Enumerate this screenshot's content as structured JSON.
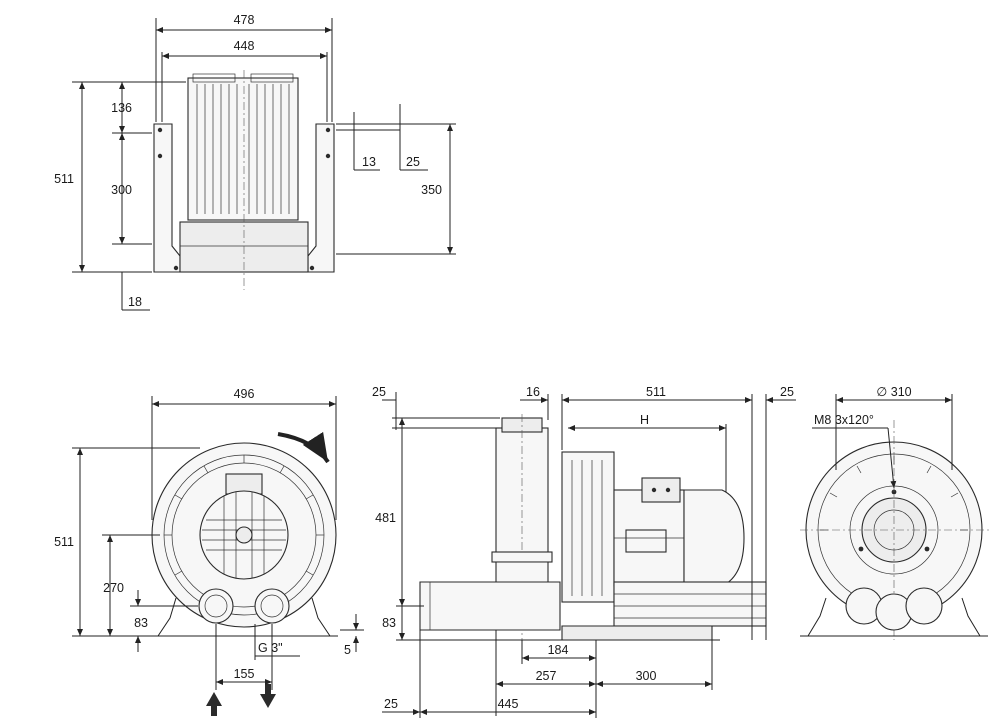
{
  "top_view": {
    "dim_width_overall": "478",
    "dim_width_inner": "448",
    "dim_height_total": "511",
    "dim_top": "136",
    "dim_middle": "300",
    "dim_bottom": "18",
    "dim_slot": "13",
    "dim_offset": "25",
    "dim_side_height": "350"
  },
  "front_view": {
    "dim_width": "496",
    "dim_height": "511",
    "dim_axis_height": "270",
    "dim_port_height": "83",
    "dim_port_spacing": "155",
    "dim_thread": "G 3\"",
    "dim_foot": "5"
  },
  "side_view": {
    "dim_left_offset": "25",
    "dim_flange": "16",
    "dim_length": "511",
    "dim_right_offset": "25",
    "dim_h": "H",
    "dim_height": "481",
    "dim_port_height": "83",
    "dim_184": "184",
    "dim_257": "257",
    "dim_300": "300",
    "dim_bottom_left": "25",
    "dim_445": "445"
  },
  "end_view": {
    "dim_diameter": "∅ 310",
    "dim_bolts": "M8 3x120°"
  }
}
